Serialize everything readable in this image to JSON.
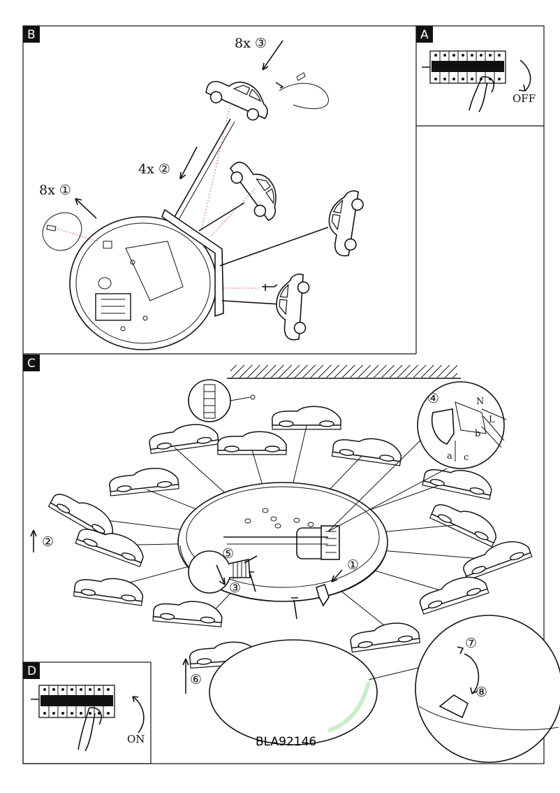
{
  "sections": {
    "a": {
      "tag": "A",
      "off_label": "OFF"
    },
    "b": {
      "tag": "B",
      "step1": "8x ①",
      "step2": "4x ②",
      "step3": "8x ③"
    },
    "c": {
      "tag": "C",
      "step2": "②",
      "step3": "③",
      "step4": "④",
      "step5": "⑤",
      "step6": "⑥",
      "step7": "⑦",
      "step8": "⑧",
      "wire_n": "N",
      "wire_l": "L",
      "wire_a": "a",
      "wire_b": "b",
      "wire_c": "c",
      "step1": "①"
    },
    "d": {
      "tag": "D",
      "on_label": "ON"
    }
  },
  "product_code": "BLA92146"
}
